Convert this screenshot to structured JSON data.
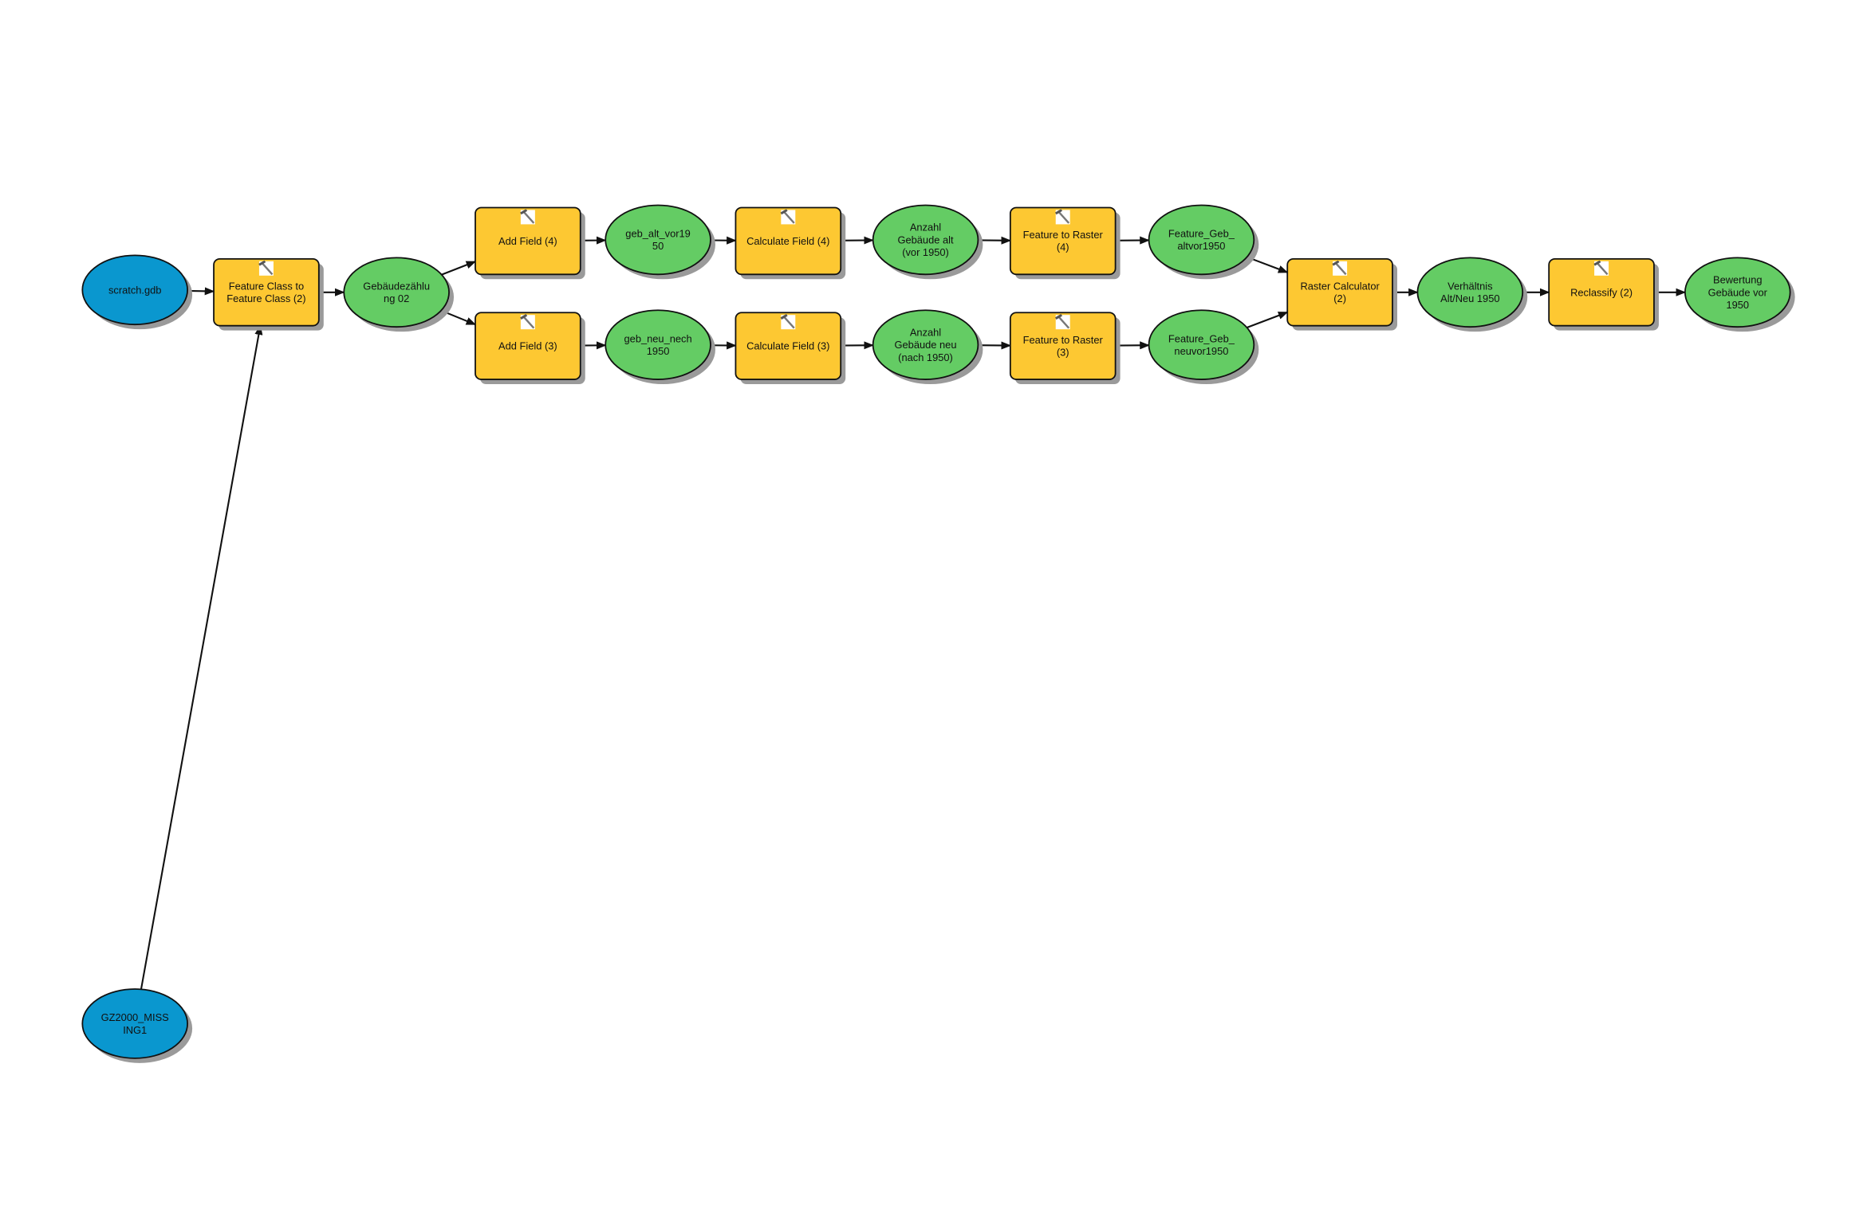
{
  "colors": {
    "data_input": "#0a97cf",
    "data_derived": "#64cc64",
    "tool": "#fdc832",
    "shadow": "#9a9a9a",
    "stroke": "#111111"
  },
  "nodes": [
    {
      "id": "scratch",
      "kind": "input",
      "lines": [
        "scratch.gdb"
      ]
    },
    {
      "id": "fc2fc",
      "kind": "tool",
      "lines": [
        "Feature Class to",
        "Feature Class (2)"
      ]
    },
    {
      "id": "gebz",
      "kind": "data",
      "lines": [
        "Gebäudezählu",
        "ng 02"
      ]
    },
    {
      "id": "af4",
      "kind": "tool",
      "lines": [
        "Add Field (4)"
      ]
    },
    {
      "id": "af3",
      "kind": "tool",
      "lines": [
        "Add Field (3)"
      ]
    },
    {
      "id": "galt",
      "kind": "data",
      "lines": [
        "geb_alt_vor19",
        "50"
      ]
    },
    {
      "id": "gneu",
      "kind": "data",
      "lines": [
        "geb_neu_nech",
        "1950"
      ]
    },
    {
      "id": "cf4",
      "kind": "tool",
      "lines": [
        "Calculate Field (4)"
      ]
    },
    {
      "id": "cf3",
      "kind": "tool",
      "lines": [
        "Calculate Field (3)"
      ]
    },
    {
      "id": "aalt",
      "kind": "data",
      "lines": [
        "Anzahl",
        "Gebäude alt",
        "(vor 1950)"
      ]
    },
    {
      "id": "aneu",
      "kind": "data",
      "lines": [
        "Anzahl",
        "Gebäude neu",
        "(nach 1950)"
      ]
    },
    {
      "id": "ftr4",
      "kind": "tool",
      "lines": [
        "Feature to Raster",
        "(4)"
      ]
    },
    {
      "id": "ftr3",
      "kind": "tool",
      "lines": [
        "Feature to Raster",
        "(3)"
      ]
    },
    {
      "id": "fgalt",
      "kind": "data",
      "lines": [
        "Feature_Geb_",
        "altvor1950"
      ]
    },
    {
      "id": "fgneu",
      "kind": "data",
      "lines": [
        "Feature_Geb_",
        "neuvor1950"
      ]
    },
    {
      "id": "rc2",
      "kind": "tool",
      "lines": [
        "Raster Calculator",
        "(2)"
      ]
    },
    {
      "id": "verh",
      "kind": "data",
      "lines": [
        "Verhältnis",
        "Alt/Neu 1950"
      ]
    },
    {
      "id": "recl",
      "kind": "tool",
      "lines": [
        "Reclassify (2)"
      ]
    },
    {
      "id": "bew",
      "kind": "data",
      "lines": [
        "Bewertung",
        "Gebäude vor",
        "1950"
      ]
    },
    {
      "id": "gz",
      "kind": "input",
      "lines": [
        "GZ2000_MISS",
        "ING1"
      ]
    }
  ],
  "edges": [
    [
      "scratch",
      "fc2fc"
    ],
    [
      "gz",
      "fc2fc"
    ],
    [
      "fc2fc",
      "gebz"
    ],
    [
      "gebz",
      "af4"
    ],
    [
      "gebz",
      "af3"
    ],
    [
      "af4",
      "galt"
    ],
    [
      "af3",
      "gneu"
    ],
    [
      "galt",
      "cf4"
    ],
    [
      "gneu",
      "cf3"
    ],
    [
      "cf4",
      "aalt"
    ],
    [
      "cf3",
      "aneu"
    ],
    [
      "aalt",
      "ftr4"
    ],
    [
      "aneu",
      "ftr3"
    ],
    [
      "ftr4",
      "fgalt"
    ],
    [
      "ftr3",
      "fgneu"
    ],
    [
      "fgalt",
      "rc2"
    ],
    [
      "fgneu",
      "rc2"
    ],
    [
      "rc2",
      "verh"
    ],
    [
      "verh",
      "recl"
    ],
    [
      "recl",
      "bew"
    ]
  ]
}
